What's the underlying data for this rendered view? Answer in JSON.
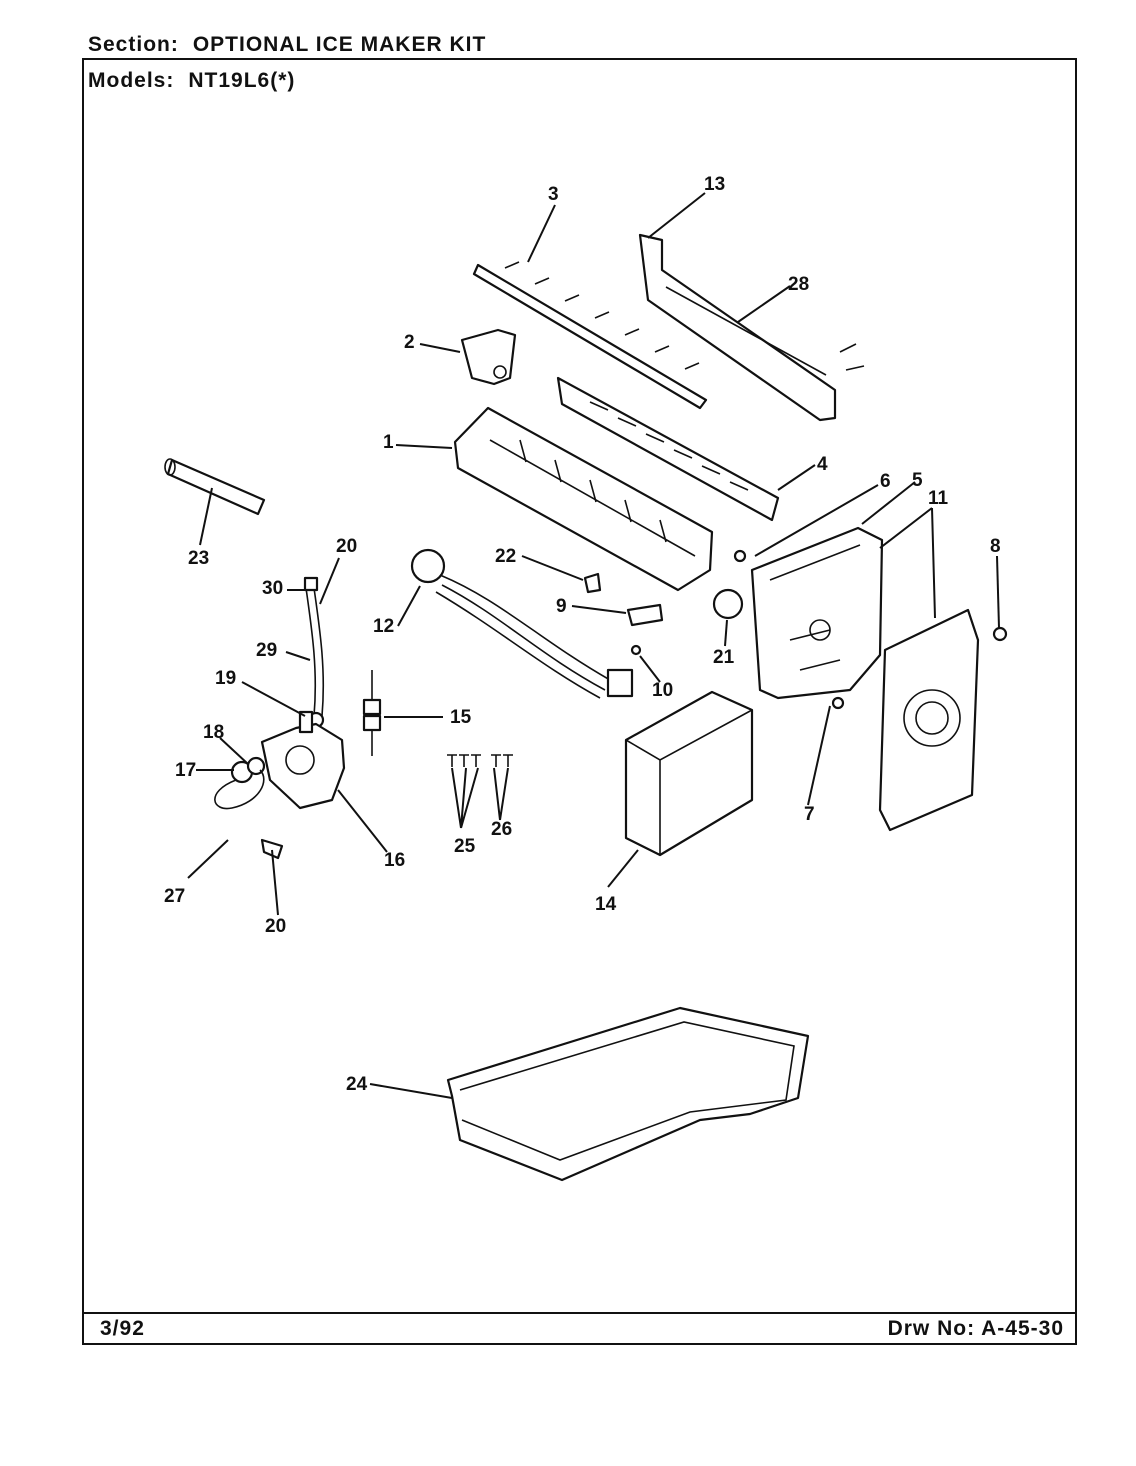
{
  "header": {
    "section_label": "Section:",
    "section_title": "OPTIONAL ICE MAKER KIT",
    "models_label": "Models:",
    "models_value": "NT19L6(*)"
  },
  "footer": {
    "date_code": "3/92",
    "drawing_label": "Drw No:",
    "drawing_number": "A-45-30"
  },
  "callouts": {
    "c1": "1",
    "c2": "2",
    "c3": "3",
    "c4": "4",
    "c5": "5",
    "c6": "6",
    "c7": "7",
    "c8": "8",
    "c9": "9",
    "c10": "10",
    "c11": "11",
    "c12": "12",
    "c13": "13",
    "c14": "14",
    "c15": "15",
    "c16": "16",
    "c17": "17",
    "c18": "18",
    "c19": "19",
    "c20a": "20",
    "c20b": "20",
    "c21": "21",
    "c22": "22",
    "c23": "23",
    "c24": "24",
    "c25": "25",
    "c26": "26",
    "c27": "27",
    "c28": "28",
    "c29": "29",
    "c30": "30"
  }
}
